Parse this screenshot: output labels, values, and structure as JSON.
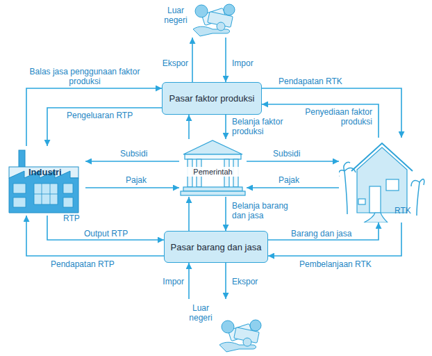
{
  "diagram": {
    "nodes": [
      {
        "text": [
          "Luar negeri"
        ]
      },
      {
        "text": [
          "Pasar faktor produksi"
        ]
      },
      {
        "text": [
          "Industri",
          "RTP"
        ]
      },
      {
        "text": [
          "Pemerintah"
        ]
      },
      {
        "text": [
          "RTK"
        ]
      },
      {
        "text": [
          "Pasar barang dan jasa"
        ]
      },
      {
        "text": [
          "Luar negeri"
        ]
      }
    ],
    "edges": [
      {
        "from": 1,
        "to": 0,
        "label": "Ekspor",
        "arrow": "to"
      },
      {
        "from": 0,
        "to": 1,
        "label": "Impor",
        "arrow": "to"
      },
      {
        "from": 2,
        "to": 1,
        "label": "Balas jasa penggunaan faktor produksi",
        "arrow": "to"
      },
      {
        "from": 1,
        "to": 2,
        "label": "Pengeluaran RTP",
        "arrow": "to"
      },
      {
        "from": 1,
        "to": 4,
        "label": "Pendapatan RTK",
        "arrow": "to"
      },
      {
        "from": 4,
        "to": 1,
        "label": "Penyediaan faktor produksi",
        "arrow": "to"
      },
      {
        "from": 3,
        "to": 1,
        "arrow": "to"
      },
      {
        "from": 1,
        "to": 3,
        "label": "Belanja faktor produksi",
        "arrow": "to"
      },
      {
        "from": 3,
        "to": 2,
        "label": "Subsidi",
        "arrow": "to"
      },
      {
        "from": 2,
        "to": 3,
        "label": "Pajak",
        "arrow": "to"
      },
      {
        "from": 3,
        "to": 4,
        "label": "Subsidi",
        "arrow": "to"
      },
      {
        "from": 4,
        "to": 3,
        "label": "Pajak",
        "arrow": "to"
      },
      {
        "from": 3,
        "to": 5,
        "label": "Belanja barang dan jasa",
        "arrow": "to"
      },
      {
        "from": 5,
        "to": 3,
        "arrow": "to"
      },
      {
        "from": 2,
        "to": 5,
        "label": "Output RTP",
        "arrow": "to"
      },
      {
        "from": 5,
        "to": 4,
        "label": "Barang dan jasa",
        "arrow": "to"
      },
      {
        "from": 5,
        "to": 2,
        "label": "Pendapatan RTP",
        "arrow": "to"
      },
      {
        "from": 4,
        "to": 5,
        "label": "Pembelanjaan RTK",
        "arrow": "to"
      },
      {
        "from": 6,
        "to": 5,
        "label": "Impor",
        "arrow": "to"
      },
      {
        "from": 5,
        "to": 6,
        "label": "Ekspor",
        "arrow": "to"
      }
    ]
  }
}
